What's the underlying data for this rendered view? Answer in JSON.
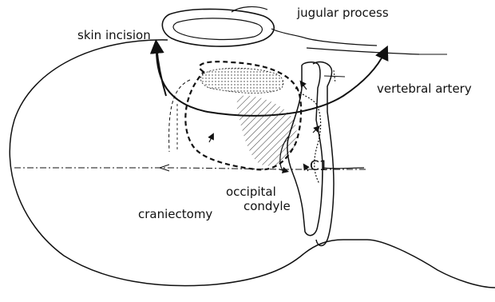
{
  "labels": {
    "jugular_process": "jugular process",
    "skin_incision": "skin incision",
    "vertebral_artery": "vertebral artery",
    "c1": "C1",
    "occipital_line1": "occipital",
    "occipital_line2": "condyle",
    "craniectomy": "craniectomy"
  },
  "colors": {
    "ink": "#111111",
    "background": "#ffffff"
  }
}
